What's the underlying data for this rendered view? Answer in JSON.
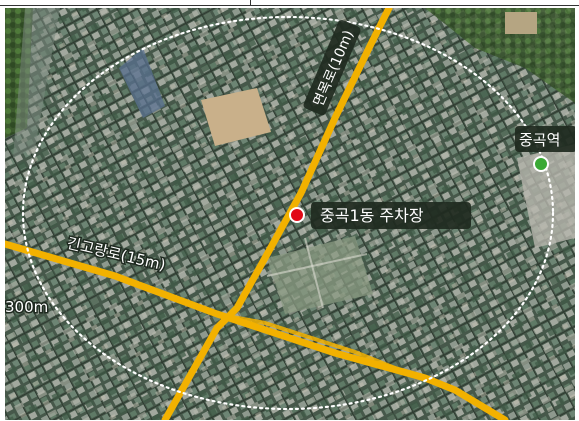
{
  "map": {
    "place_label": "중곡1동 주차장",
    "station_label": "중곡역",
    "road_vertical": "면목로(10m)",
    "road_horizontal": "긴고랑로(15m)",
    "radius_label": "300m",
    "colors": {
      "road": "#f2b100",
      "place_marker": "#e10a17",
      "station_marker": "#3aa935",
      "radius_circle": "#ffffff",
      "label_bg": "#1f2a20"
    },
    "icons": {
      "place_marker": "red-dot-pin-icon",
      "station_marker": "green-dot-station-icon"
    }
  }
}
